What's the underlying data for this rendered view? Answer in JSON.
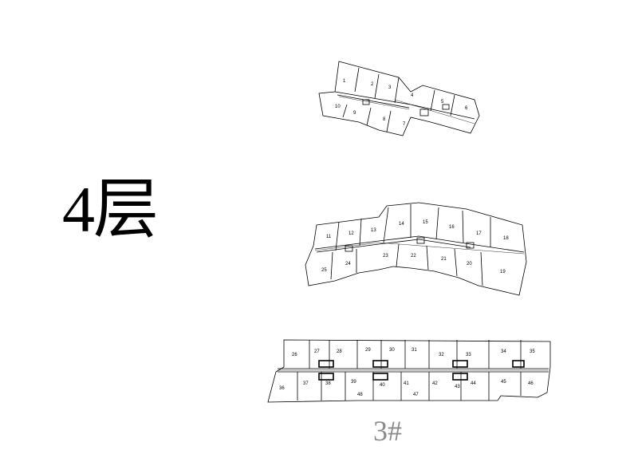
{
  "floor_label": "4层",
  "building_label": "3#",
  "plans": [
    {
      "name": "plan-top",
      "units": [
        "1",
        "2",
        "3",
        "4",
        "5",
        "6",
        "7",
        "8",
        "9",
        "10"
      ]
    },
    {
      "name": "plan-middle",
      "units": [
        "11",
        "12",
        "13",
        "14",
        "15",
        "16",
        "17",
        "18",
        "19",
        "20",
        "21",
        "22",
        "23",
        "24",
        "25"
      ]
    },
    {
      "name": "plan-bottom",
      "units": [
        "26",
        "27",
        "28",
        "29",
        "30",
        "31",
        "32",
        "33",
        "34",
        "35",
        "36",
        "37",
        "38",
        "39",
        "40",
        "41",
        "42",
        "43",
        "44",
        "45",
        "46",
        "47",
        "48"
      ]
    }
  ],
  "colors": {
    "linework": "#000000",
    "building_label": "#8a8a8a",
    "background": "#ffffff"
  }
}
